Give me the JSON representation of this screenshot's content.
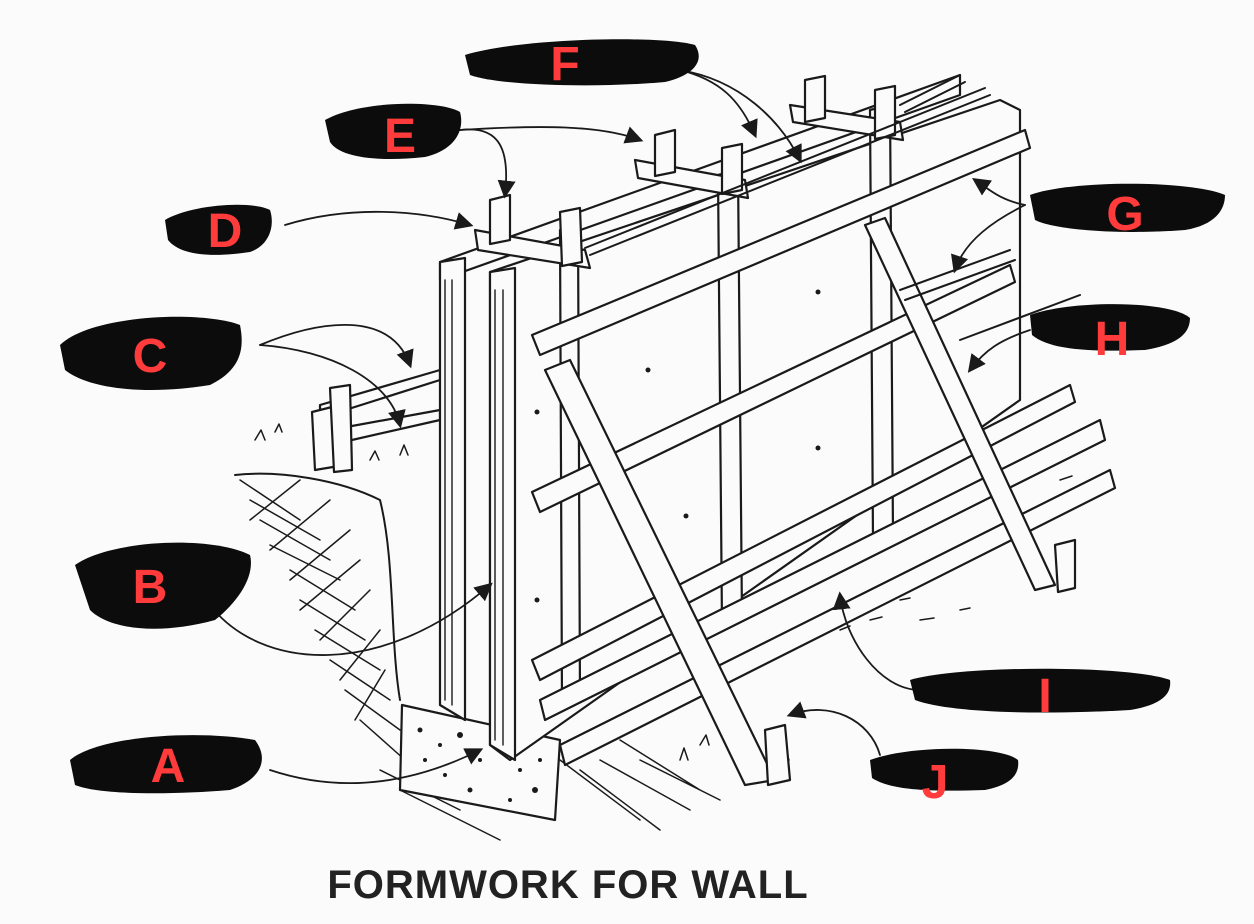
{
  "caption": "FORMWORK FOR WALL",
  "label_color": "#ff3b3b",
  "blot_color": "#0c0c0c",
  "labels": [
    {
      "id": "A",
      "text": "A"
    },
    {
      "id": "B",
      "text": "B"
    },
    {
      "id": "C",
      "text": "C"
    },
    {
      "id": "D",
      "text": "D"
    },
    {
      "id": "E",
      "text": "E"
    },
    {
      "id": "F",
      "text": "F"
    },
    {
      "id": "G",
      "text": "G"
    },
    {
      "id": "H",
      "text": "H"
    },
    {
      "id": "I",
      "text": "I"
    },
    {
      "id": "J",
      "text": "J"
    }
  ]
}
